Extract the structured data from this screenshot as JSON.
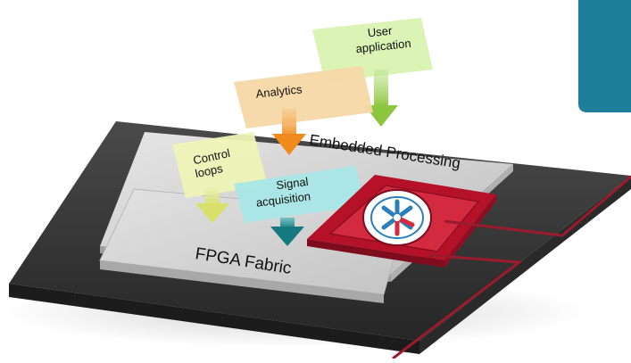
{
  "diagram": {
    "layers": {
      "embedded_processing": "Embedded Processing",
      "fpga_fabric": "FPGA Fabric"
    },
    "blocks": {
      "user_application": {
        "line1": "User",
        "line2": "application"
      },
      "analytics": "Analytics",
      "control_loops": {
        "line1": "Control",
        "line2": "loops"
      },
      "signal_acquisition": {
        "line1": "Signal",
        "line2": "acquisition"
      }
    }
  },
  "colors": {
    "board": "#3b3b3b",
    "processing_layer": "#d3d3d3",
    "fabric_layer": "#cfcfcf",
    "user_application": "#d9f2b0",
    "analytics": "#f6d8a8",
    "control_loops": "#eef3b6",
    "signal_acquisition": "#a9e6e6",
    "chip": "#b5122a",
    "teal_tab": "#1f7f9a"
  },
  "icons": {
    "chip_logo": "snowflake-logo-icon"
  }
}
